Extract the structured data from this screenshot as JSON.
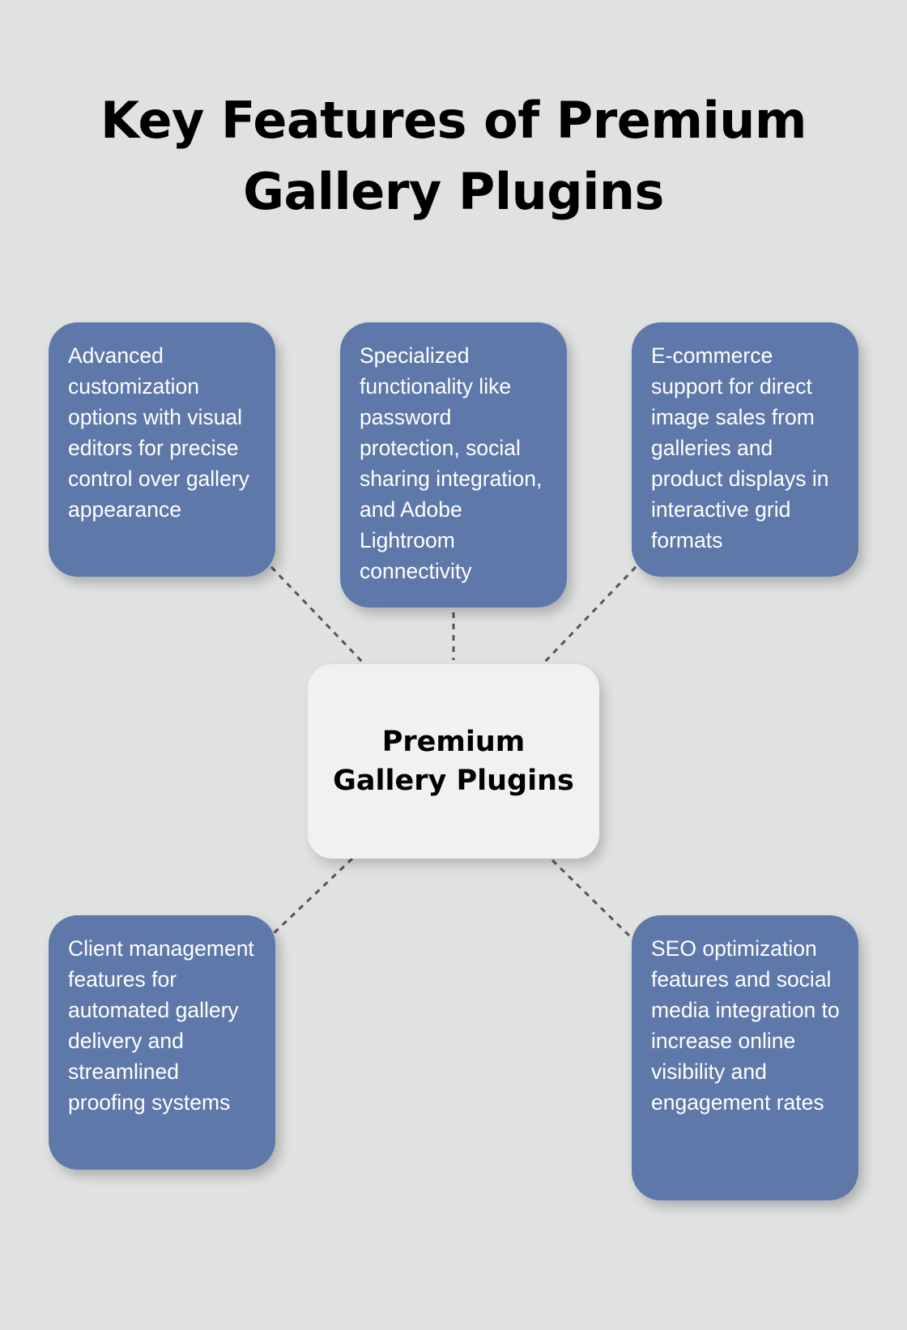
{
  "title": "Key Features of Premium Gallery Plugins",
  "center": {
    "label": "Premium Gallery Plugins"
  },
  "features": [
    {
      "text": "Advanced customization options with visual editors for precise control over gallery appearance"
    },
    {
      "text": "Specialized functionality like password protection, social sharing integration, and Adobe Lightroom connectivity"
    },
    {
      "text": "E-commerce support for direct image sales from galleries and product displays in interactive grid formats"
    },
    {
      "text": "Client management features for automated gallery delivery and streamlined proofing systems"
    },
    {
      "text": "SEO optimization features and social media integration to increase online visibility and engagement rates"
    }
  ],
  "colors": {
    "background": "#e0e2e1",
    "node_fill": "#5e78aa",
    "center_fill": "#eff1f2",
    "connector": "#555555"
  }
}
